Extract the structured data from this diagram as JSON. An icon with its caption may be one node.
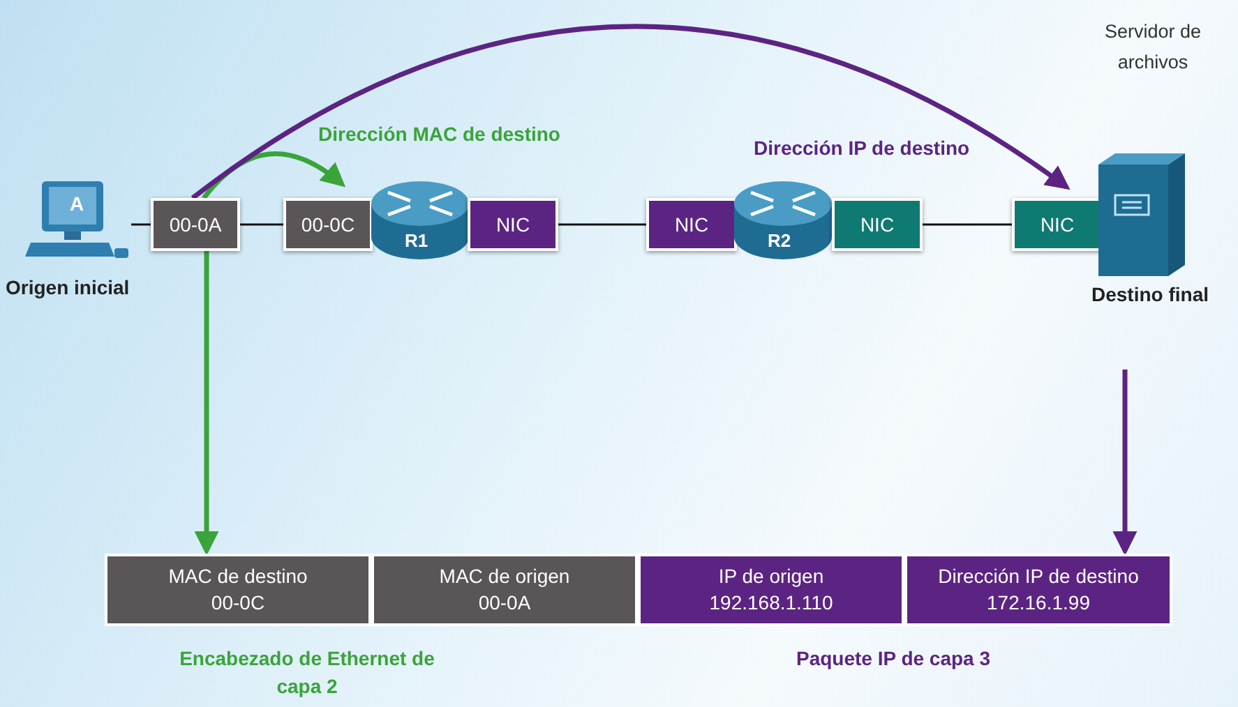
{
  "diagram": {
    "nodes": [
      {
        "text": [
          "A"
        ],
        "beside": [
          "Origen inicial"
        ]
      },
      {
        "text": [
          "00-0A"
        ]
      },
      {
        "text": [
          "00-0C"
        ]
      },
      {
        "text": [
          "R1"
        ]
      },
      {
        "text": [
          "NIC"
        ]
      },
      {
        "text": [
          "NIC"
        ]
      },
      {
        "text": [
          "R2"
        ]
      },
      {
        "text": [
          "NIC"
        ]
      },
      {
        "text": [
          "NIC"
        ]
      },
      {
        "text": [
          "Servidor de archivos"
        ],
        "beside": [
          "Destino final"
        ]
      },
      {
        "text": [
          "MAC de destino",
          "00-0C"
        ]
      },
      {
        "text": [
          "MAC de origen",
          "00-0A"
        ]
      },
      {
        "text": [
          "IP de origen",
          "192.168.1.110"
        ]
      },
      {
        "text": [
          "Dirección IP de destino",
          "172.16.1.99"
        ]
      }
    ],
    "edges": [
      {
        "from": 0,
        "to": 1,
        "arrow": "none"
      },
      {
        "from": 1,
        "to": 2,
        "arrow": "none"
      },
      {
        "from": 4,
        "to": 5,
        "arrow": "none"
      },
      {
        "from": 7,
        "to": 8,
        "arrow": "none"
      },
      {
        "from": 1,
        "to": 2,
        "arrow": "to",
        "label": "Dirección MAC de destino",
        "style": "thick",
        "color": "#3aa43a"
      },
      {
        "from": 1,
        "to": 8,
        "arrow": "to",
        "label": "Dirección IP de destino",
        "style": "thick",
        "color": "#5c2482"
      },
      {
        "from": 1,
        "to": 10,
        "arrow": "to",
        "style": "thick",
        "color": "#3aa43a"
      },
      {
        "from": 9,
        "to": 13,
        "arrow": "to",
        "style": "thick",
        "color": "#5c2482"
      }
    ],
    "labels": [
      "Encabezado de Ethernet de capa 2",
      "Paquete IP de capa 3"
    ]
  }
}
